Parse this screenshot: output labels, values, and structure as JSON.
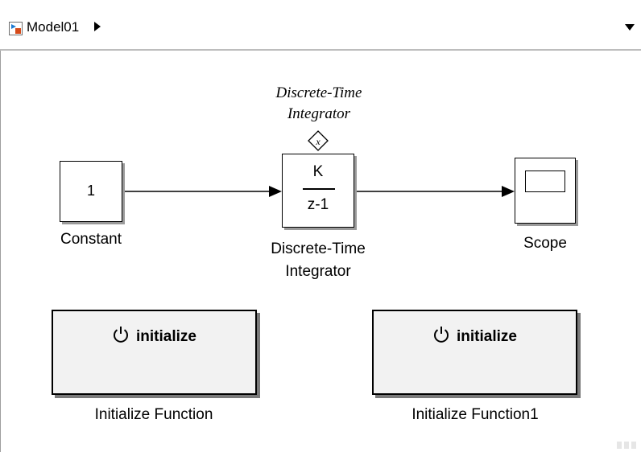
{
  "toolbar": {
    "model_name": "Model01",
    "model_icon": "simulink-model-icon",
    "crumb_icon": "triangle-right-icon",
    "dropdown_icon": "triangle-down-icon"
  },
  "blocks": {
    "constant": {
      "value": "1",
      "label": "Constant"
    },
    "discrete_time_integrator": {
      "top_label": "Discrete-Time Integrator",
      "state_port_symbol": "x",
      "numerator": "K",
      "denominator": "z-1",
      "label": "Discrete-Time Integrator"
    },
    "scope": {
      "label": "Scope"
    },
    "initialize_function": {
      "text": "initialize",
      "icon": "power-icon",
      "label": "Initialize Function"
    },
    "initialize_function1": {
      "text": "initialize",
      "icon": "power-icon",
      "label": "Initialize Function1"
    }
  },
  "colors": {
    "block_shadow": "#9a9a9a",
    "subsystem_fill": "#f2f2f2",
    "toolbar_border": "#bdbdbd",
    "model_icon_blue": "#1f7bd1",
    "model_icon_orange": "#d64b1a"
  }
}
